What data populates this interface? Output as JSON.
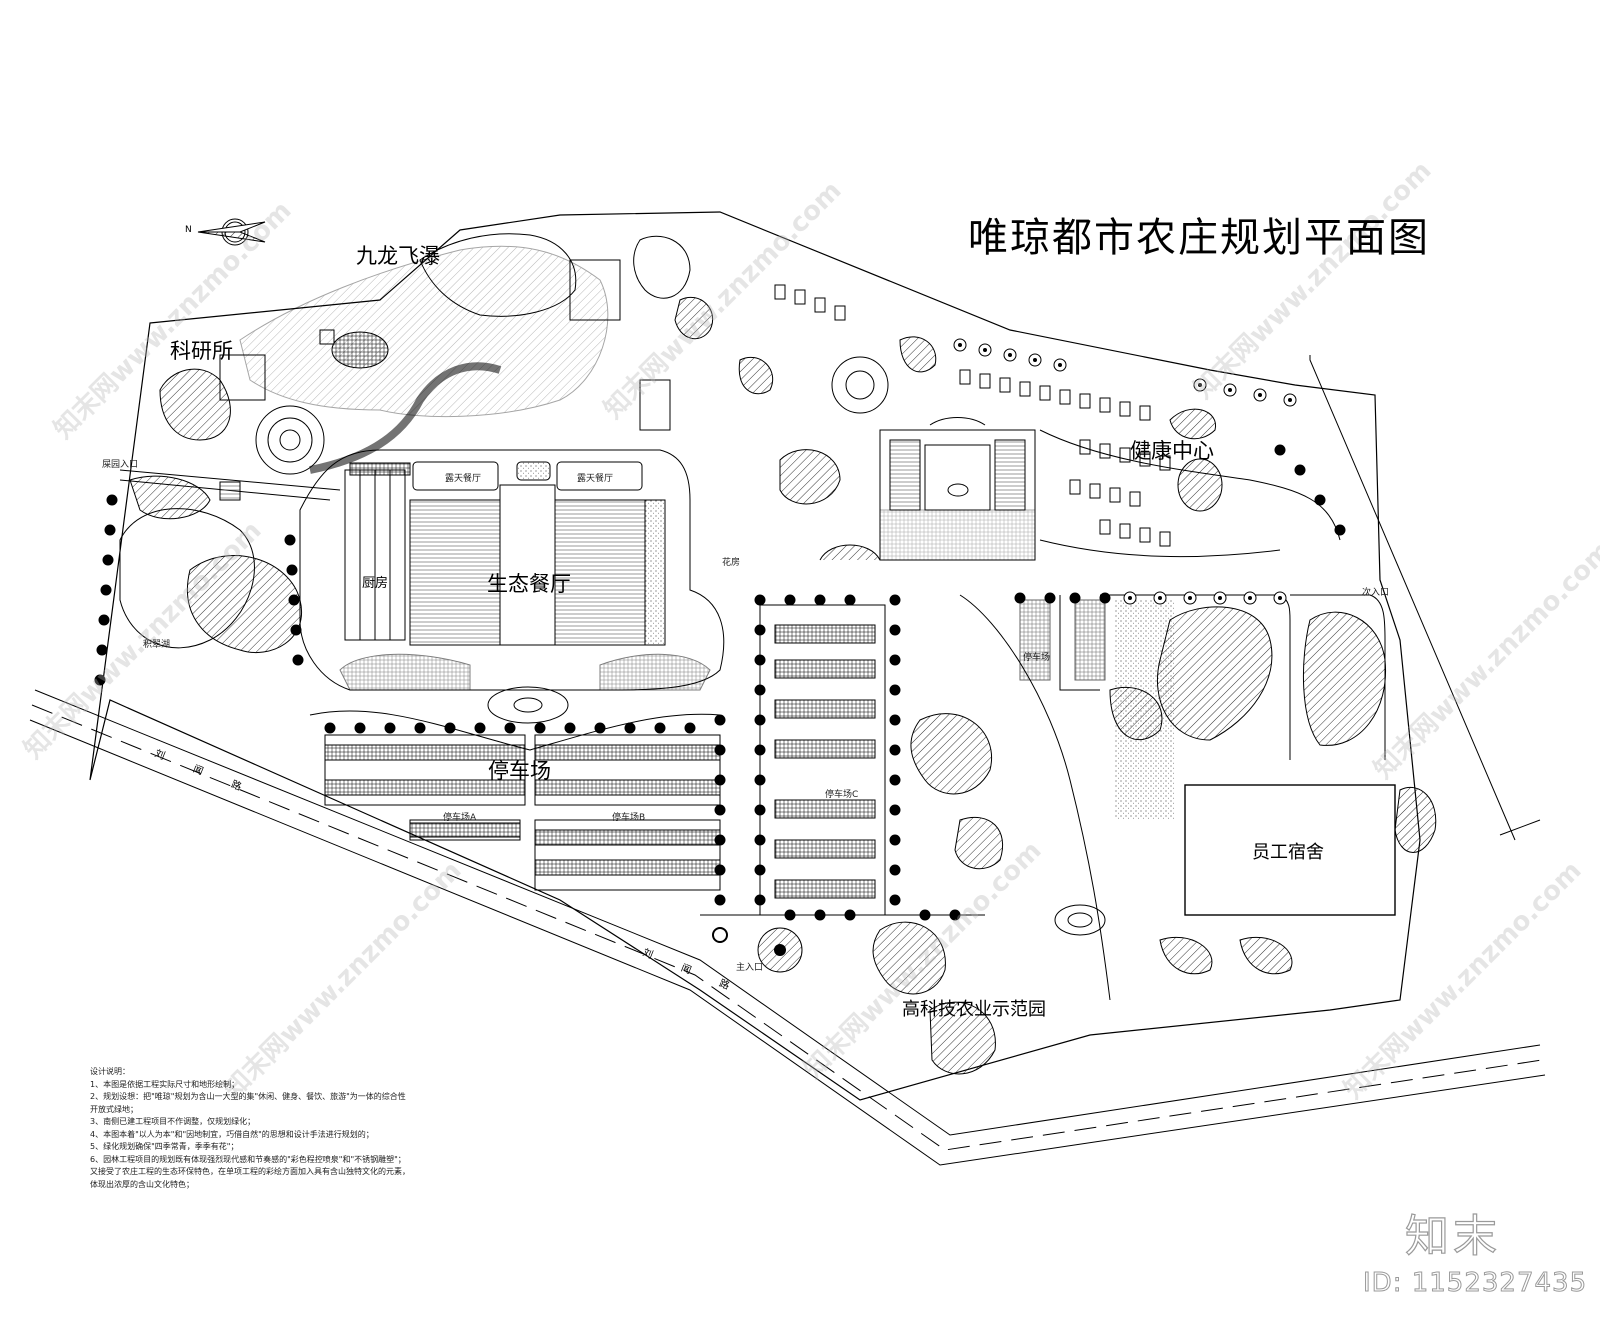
{
  "title": "唯琼都市农庄规划平面图",
  "compass": {
    "label": "N",
    "icon": "north-arrow-icon"
  },
  "areas": {
    "jiulong_waterfall": "九龙飞瀑",
    "research_institute": "科研所",
    "rear_entrance": "屎园入口",
    "jicui_lake": "积翠湖",
    "outdoor_dining_1": "露天餐厅",
    "outdoor_dining_2": "露天餐厅",
    "kitchen": "厨房",
    "eco_restaurant": "生态餐厅",
    "parking_main": "停车场",
    "parking_a": "停车场A",
    "parking_b": "停车场B",
    "parking_c": "停车场C",
    "parking_d": "停车场",
    "flower_house": "花房",
    "health_center": "健康中心",
    "secondary_entrance": "次入口",
    "main_entrance": "主入口",
    "staff_dormitory": "员工宿舍",
    "hitech_agri_park": "高科技农业示范园",
    "road_1": "刘 闻 路",
    "road_2": "刘 闻 路"
  },
  "design_notes": {
    "heading": "设计说明：",
    "items": [
      "1、本图是依据工程实际尺寸和地形绘制；",
      "2、规划设想：把\"唯琼\"规划为含山一大型的集\"休闲、健身、餐饮、旅游\"为一体的综合性",
      "    开放式绿地；",
      "3、南侧已建工程项目不作调整，仅规划绿化；",
      "4、本图本着\"以人为本\"和\"因地制宜，巧借自然\"的思想和设计手法进行规划的；",
      "5、绿化规划确保\"四季常青，季季有花\"；",
      "6、园林工程项目的规划既有体现强烈现代感和节奏感的\"彩色程控喷泉\"和\"不锈钢雕塑\"；",
      "    又接受了农庄工程的生态环保特色，在单项工程的彩绘方面加入具有含山独特文化的元素，",
      "    体现出浓厚的含山文化特色；"
    ]
  },
  "branding": {
    "logo_text": "知末",
    "id_text": "ID: 1152327435",
    "watermark": "知末网www.znzmo.com"
  },
  "colors": {
    "line": "#000000",
    "background": "#ffffff",
    "watermark": "#b4b4b4"
  }
}
